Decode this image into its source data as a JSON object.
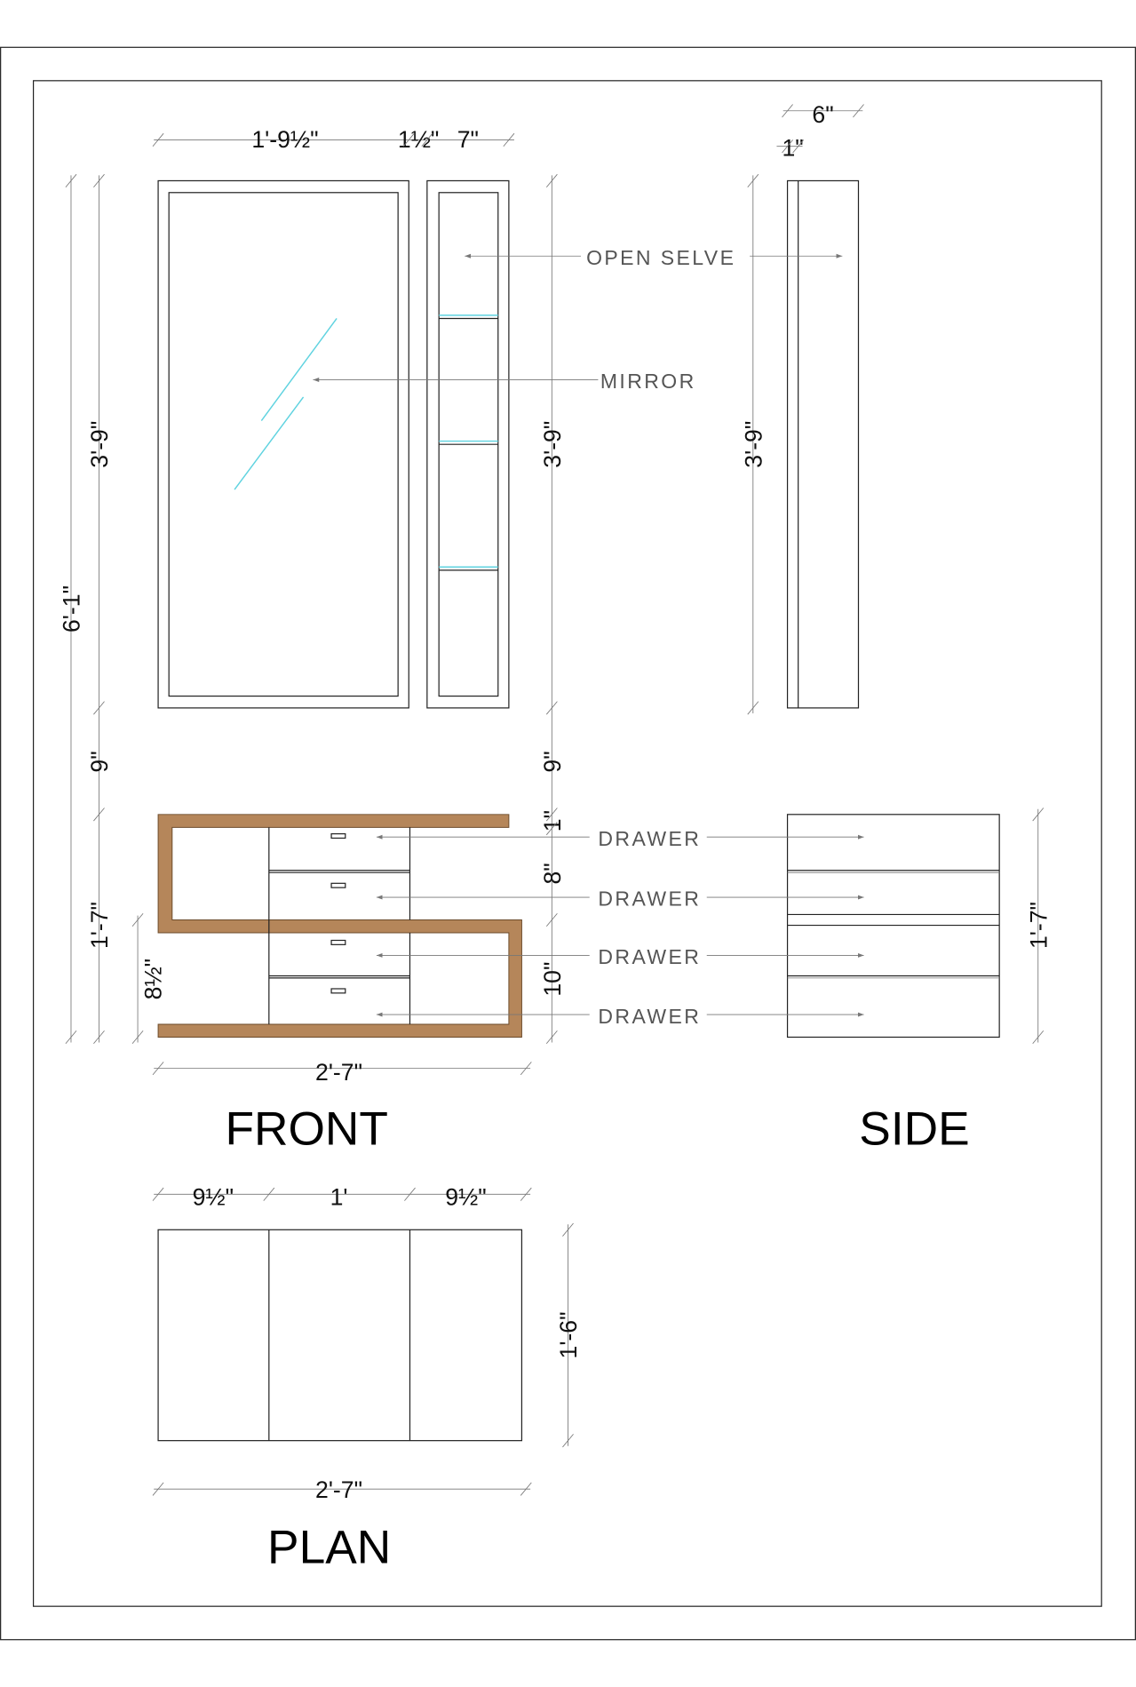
{
  "views": {
    "front": "FRONT",
    "side": "SIDE",
    "plan": "PLAN"
  },
  "labels": {
    "open_shelve": "OPEN  SELVE",
    "mirror": "MIRROR",
    "drawer": "DRAWER"
  },
  "front_dims": {
    "mirror_width": "1'-9½\"",
    "gap": "1½\"",
    "shelf_width": "7\"",
    "overall_height": "6'-1\"",
    "mirror_height": "3'-9\"",
    "gap_height": "9\"",
    "unit_height": "1'-7\"",
    "shelf_height": "3'-9\"",
    "shelf_gap": "9\"",
    "top_thickness": "1\"",
    "upper_drawers": "8\"",
    "lower_drawers": "10\"",
    "lower_offset": "8½\"",
    "unit_width": "2'-7\""
  },
  "side_dims": {
    "depth": "6\"",
    "back": "1\"",
    "height": "3'-9\"",
    "unit_height": "1'-7\""
  },
  "plan_dims": {
    "left": "9½\"",
    "middle": "1'",
    "right": "9½\"",
    "depth": "1'-6\"",
    "width": "2'-7\""
  },
  "colors": {
    "wood": "#b5865a",
    "glass": "#5fd3e0"
  }
}
